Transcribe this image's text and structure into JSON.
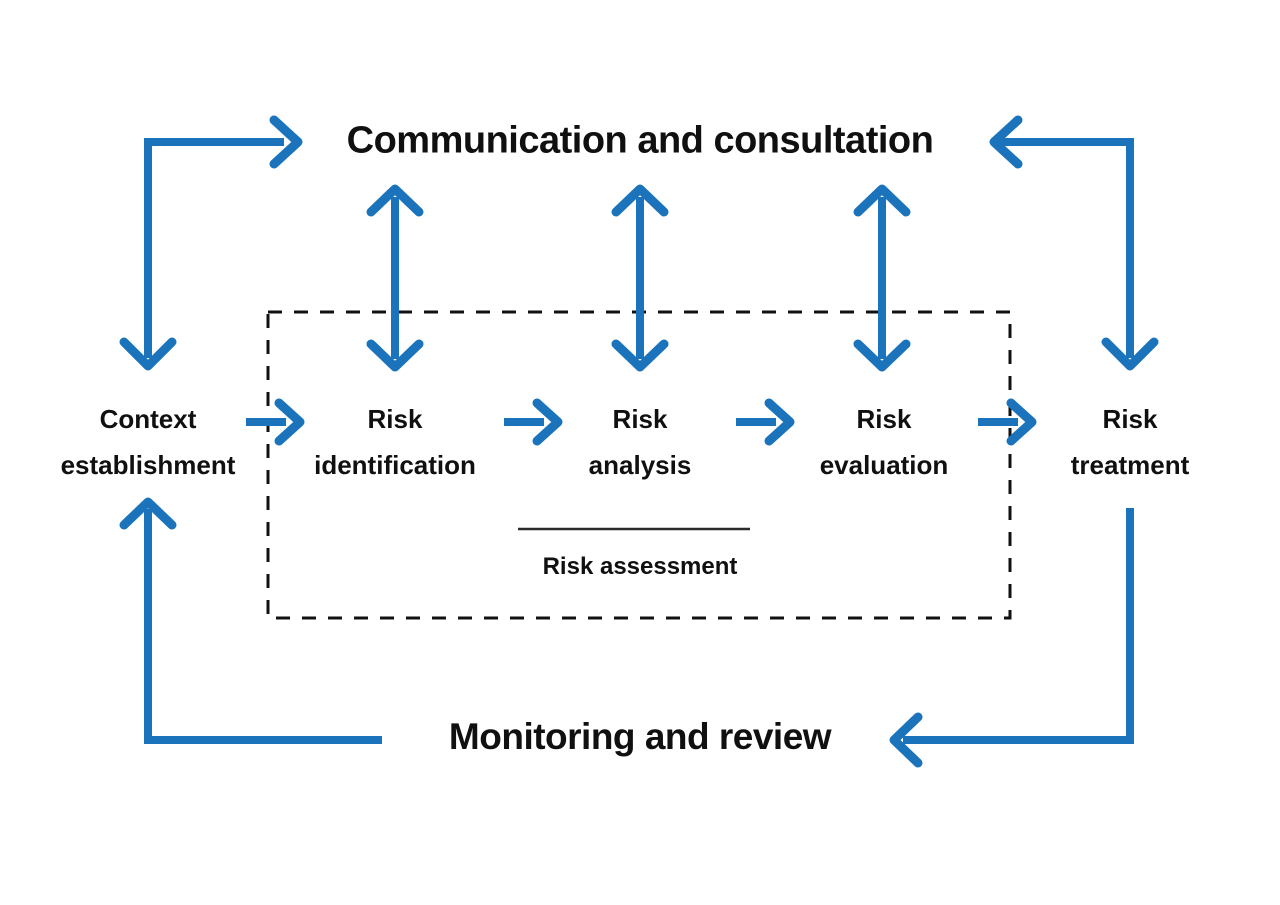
{
  "diagram": {
    "title_top": "Communication and consultation",
    "title_bottom": "Monitoring and review",
    "steps": [
      {
        "line1": "Context",
        "line2": "establishment"
      },
      {
        "line1": "Risk",
        "line2": "identification"
      },
      {
        "line1": "Risk",
        "line2": "analysis"
      },
      {
        "line1": "Risk",
        "line2": "evaluation"
      },
      {
        "line1": "Risk",
        "line2": "treatment"
      }
    ],
    "assessment_group_label": "Risk assessment",
    "icons": [
      "right-arrow-icon",
      "left-arrow-icon",
      "down-arrow-icon",
      "up-arrow-icon",
      "double-vertical-arrow-icon"
    ],
    "colors": {
      "accent": "#1b74bb",
      "text": "#101010",
      "dash": "#111111",
      "background": "#ffffff"
    }
  }
}
